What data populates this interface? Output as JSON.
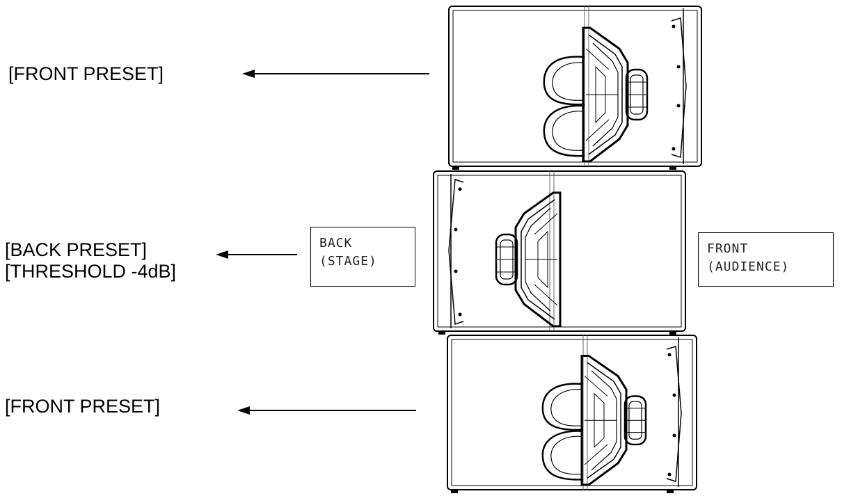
{
  "labels": {
    "top": "[FRONT PRESET]",
    "middle_line1": "[BACK PRESET]",
    "middle_line2": "[THRESHOLD -4dB]",
    "bottom": "[FRONT PRESET]"
  },
  "boxes": {
    "back_line1": "BACK",
    "back_line2": "(STAGE)",
    "front_line1": "FRONT",
    "front_line2": "(AUDIENCE)"
  }
}
